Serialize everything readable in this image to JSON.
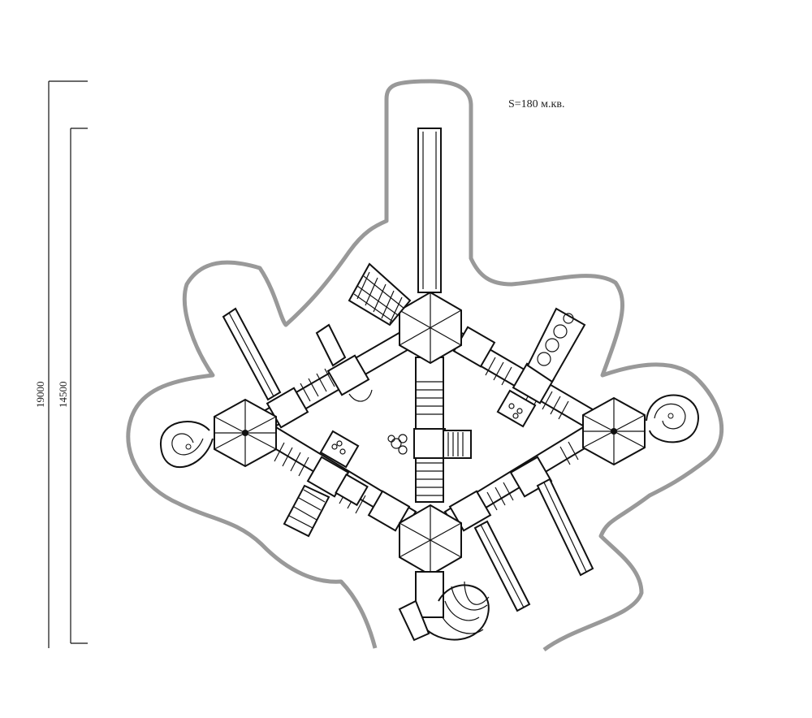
{
  "drawing": {
    "area_label": "S=180 м.кв.",
    "dimension_outer": "19000",
    "dimension_inner": "14500"
  },
  "colors": {
    "zone_outline": "#999999",
    "linework": "#111111",
    "background": "#ffffff"
  }
}
